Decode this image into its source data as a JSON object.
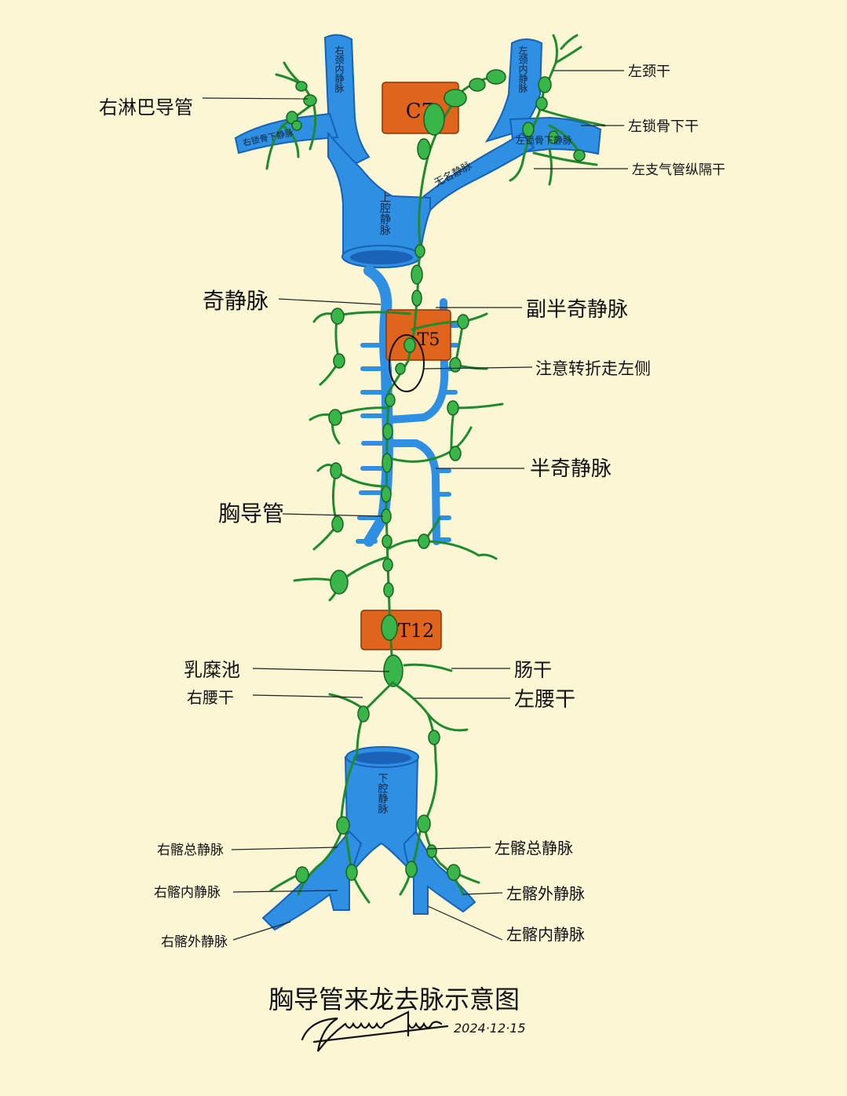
{
  "title": "胸导管来龙去脉示意图",
  "date": "2024·12·15",
  "vertebrae": {
    "c7": "C7",
    "t5": "T5",
    "t12": "T12"
  },
  "inner": {
    "right_ijv": "右颈内静脉",
    "left_ijv": "左颈内静脉",
    "right_subclavian": "右锁骨下静脉",
    "left_subclavian": "左锁骨下静脉",
    "brachiocephalic": "无名静脉",
    "svc": "上腔静脉",
    "ivc": "下腔静脉"
  },
  "labels": {
    "right_lymph_duct": "右淋巴导管",
    "left_jugular_trunk": "左颈干",
    "left_subclavian_trunk": "左锁骨下干",
    "left_bronchomediastinal": "左支气管纵隔干",
    "azygos": "奇静脉",
    "accessory_hemiazygos": "副半奇静脉",
    "note_turn_left": "注意转折走左侧",
    "hemiazygos": "半奇静脉",
    "thoracic_duct": "胸导管",
    "cisterna_chyli": "乳糜池",
    "intestinal_trunk": "肠干",
    "right_lumbar_trunk": "右腰干",
    "left_lumbar_trunk": "左腰干",
    "right_common_iliac": "右髂总静脉",
    "left_common_iliac": "左髂总静脉",
    "right_internal_iliac": "右髂内静脉",
    "left_external_iliac": "左髂外静脉",
    "right_external_iliac": "右髂外静脉",
    "left_internal_iliac": "左髂内静脉"
  }
}
